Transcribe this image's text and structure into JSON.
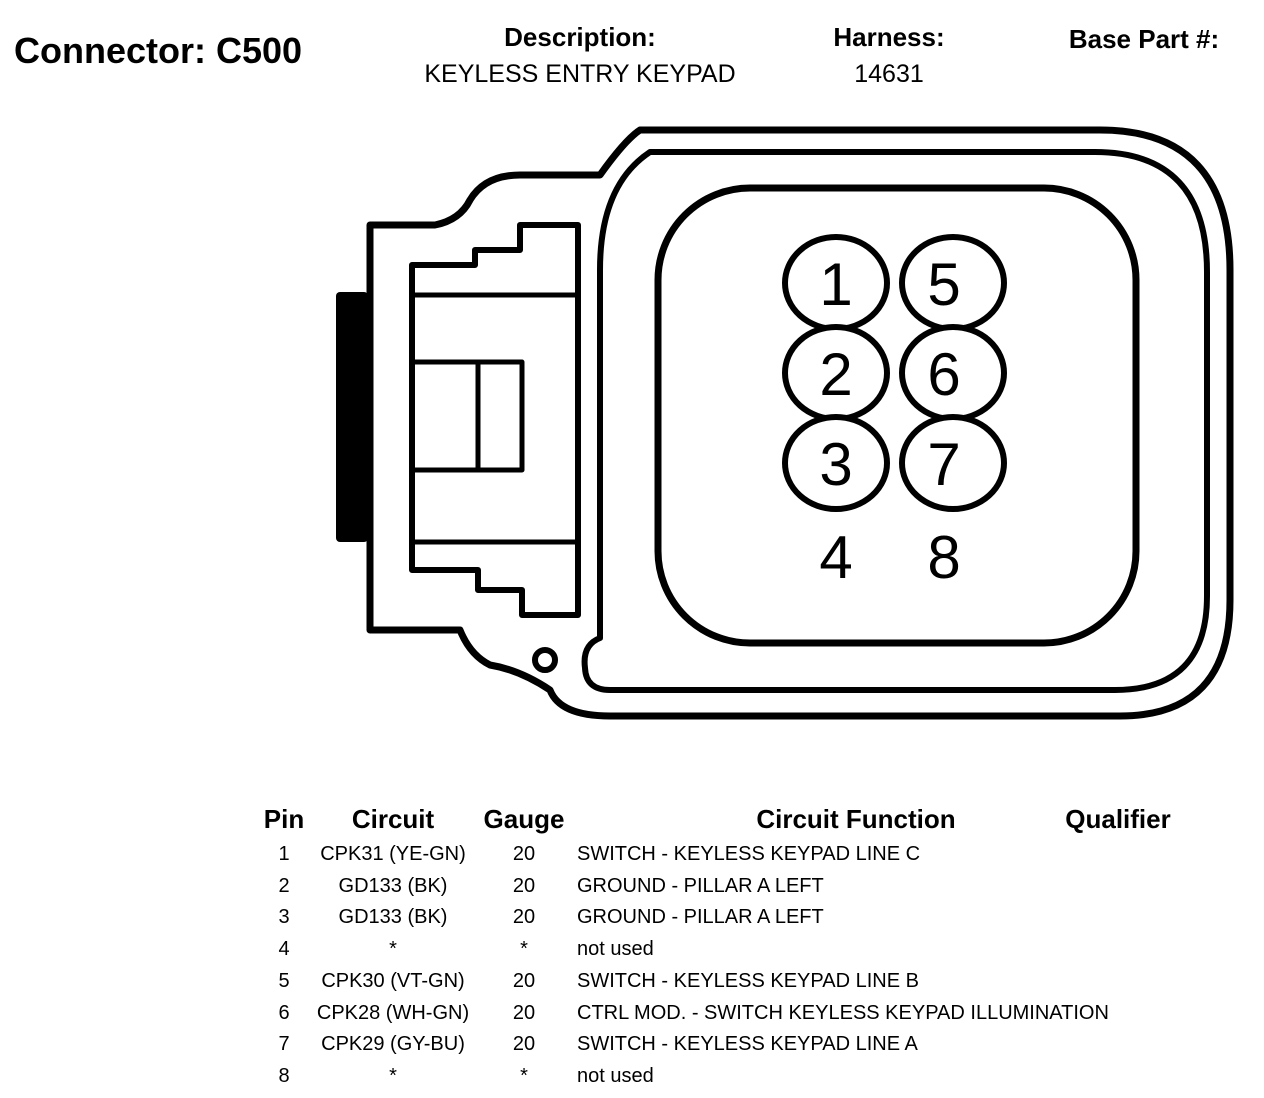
{
  "header": {
    "connector_title": "Connector: C500",
    "description_label": "Description:",
    "description_value": "KEYLESS ENTRY KEYPAD",
    "harness_label": "Harness:",
    "harness_value": "14631",
    "base_part_label": "Base Part #:"
  },
  "pins": [
    "1",
    "2",
    "3",
    "4",
    "5",
    "6",
    "7",
    "8"
  ],
  "table": {
    "columns": [
      "Pin",
      "Circuit",
      "Gauge",
      "Circuit Function",
      "Qualifier"
    ],
    "rows": [
      {
        "pin": "1",
        "circuit": "CPK31 (YE-GN)",
        "gauge": "20",
        "function": "SWITCH - KEYLESS KEYPAD LINE C"
      },
      {
        "pin": "2",
        "circuit": "GD133 (BK)",
        "gauge": "20",
        "function": "GROUND - PILLAR A LEFT"
      },
      {
        "pin": "3",
        "circuit": "GD133 (BK)",
        "gauge": "20",
        "function": "GROUND - PILLAR A LEFT"
      },
      {
        "pin": "4",
        "circuit": "*",
        "gauge": "*",
        "function": "not used"
      },
      {
        "pin": "5",
        "circuit": "CPK30 (VT-GN)",
        "gauge": "20",
        "function": "SWITCH - KEYLESS KEYPAD LINE B"
      },
      {
        "pin": "6",
        "circuit": "CPK28 (WH-GN)",
        "gauge": "20",
        "function": "CTRL MOD. - SWITCH KEYLESS KEYPAD ILLUMINATION"
      },
      {
        "pin": "7",
        "circuit": "CPK29 (GY-BU)",
        "gauge": "20",
        "function": "SWITCH - KEYLESS KEYPAD LINE A"
      },
      {
        "pin": "8",
        "circuit": "*",
        "gauge": "*",
        "function": "not used"
      }
    ]
  }
}
